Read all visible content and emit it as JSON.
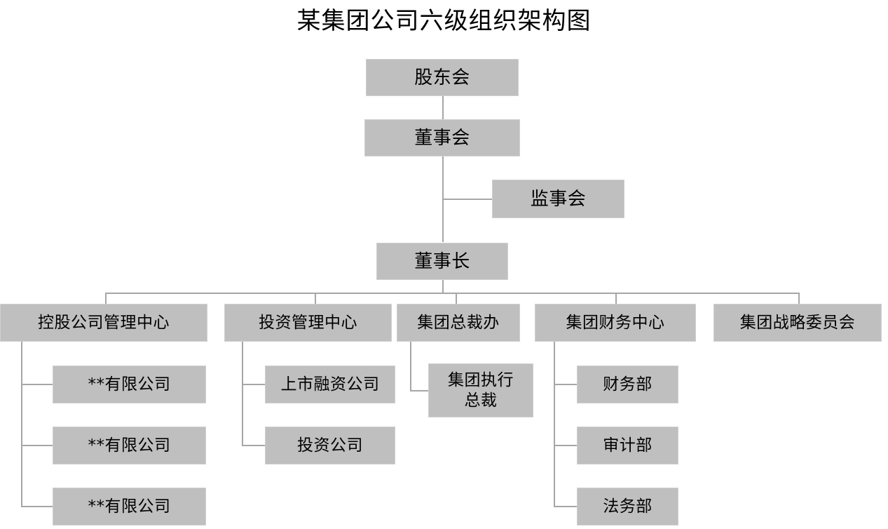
{
  "title": "某集团公司六级组织架构图",
  "theme": {
    "node_fill": "#bfbfbf",
    "node_border": "#d0d0d0",
    "connector": "#a6a6a6",
    "background": "#ffffff",
    "text": "#000000"
  },
  "chart_data": {
    "type": "diagram",
    "diagram_type": "org-chart",
    "title": "某集团公司六级组织架构图",
    "levels": 6,
    "nodes": [
      {
        "id": "shareholders",
        "label": "股东会",
        "level": 1,
        "parent": null
      },
      {
        "id": "board",
        "label": "董事会",
        "level": 2,
        "parent": "shareholders"
      },
      {
        "id": "supervisors",
        "label": "监事会",
        "level": 3,
        "parent": "board"
      },
      {
        "id": "chairman",
        "label": "董事长",
        "level": 3,
        "parent": "board"
      },
      {
        "id": "holding-center",
        "label": "控股公司管理中心",
        "level": 4,
        "parent": "chairman"
      },
      {
        "id": "investment-center",
        "label": "投资管理中心",
        "level": 4,
        "parent": "chairman"
      },
      {
        "id": "president-office",
        "label": "集团总裁办",
        "level": 4,
        "parent": "chairman"
      },
      {
        "id": "finance-center",
        "label": "集团财务中心",
        "level": 4,
        "parent": "chairman"
      },
      {
        "id": "strategy-committee",
        "label": "集团战略委员会",
        "level": 4,
        "parent": "chairman"
      },
      {
        "id": "holding-sub-1",
        "label": "**有限公司",
        "level": 5,
        "parent": "holding-center"
      },
      {
        "id": "holding-sub-2",
        "label": "**有限公司",
        "level": 5,
        "parent": "holding-center"
      },
      {
        "id": "holding-sub-3",
        "label": "**有限公司",
        "level": 5,
        "parent": "holding-center"
      },
      {
        "id": "listed-finance-co",
        "label": "上市融资公司",
        "level": 5,
        "parent": "investment-center"
      },
      {
        "id": "investment-co",
        "label": "投资公司",
        "level": 5,
        "parent": "investment-center"
      },
      {
        "id": "executive-president",
        "label": "集团执行\n总裁",
        "level": 5,
        "parent": "president-office"
      },
      {
        "id": "finance-dept",
        "label": "财务部",
        "level": 5,
        "parent": "finance-center"
      },
      {
        "id": "audit-dept",
        "label": "审计部",
        "level": 5,
        "parent": "finance-center"
      },
      {
        "id": "legal-dept",
        "label": "法务部",
        "level": 5,
        "parent": "finance-center"
      }
    ]
  },
  "nodes": {
    "shareholders": "股东会",
    "board": "董事会",
    "supervisors": "监事会",
    "chairman": "董事长",
    "holding_center": "控股公司管理中心",
    "investment_center": "投资管理中心",
    "president_office": "集团总裁办",
    "finance_center": "集团财务中心",
    "strategy_committee": "集团战略委员会",
    "holding_sub_1": "**有限公司",
    "holding_sub_2": "**有限公司",
    "holding_sub_3": "**有限公司",
    "listed_finance_co": "上市融资公司",
    "investment_co": "投资公司",
    "executive_president": "集团执行\n总裁",
    "finance_dept": "财务部",
    "audit_dept": "审计部",
    "legal_dept": "法务部"
  }
}
